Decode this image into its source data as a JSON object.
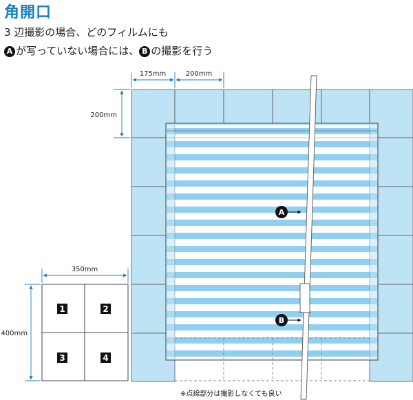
{
  "header": {
    "title": "角開口",
    "line1": "3 辺撮影の場合、どのフィルムにも",
    "line2_part1": "が写っていない場合には、",
    "line2_part2": "の撮影を行う"
  },
  "markers": {
    "a": "A",
    "b": "B"
  },
  "dimensions": {
    "top_left": "175mm",
    "top_right": "200mm",
    "left": "200mm",
    "small_width": "350mm",
    "small_height": "400mm"
  },
  "film_numbers": [
    "1",
    "2",
    "3",
    "4"
  ],
  "note": "※点線部分は撮影しなくても良い",
  "colors": {
    "title": "#1a7fc1",
    "film_fill": "#bde3f5",
    "stripe": "#8fd0f2",
    "dimension_line": "#1a7fc1"
  }
}
